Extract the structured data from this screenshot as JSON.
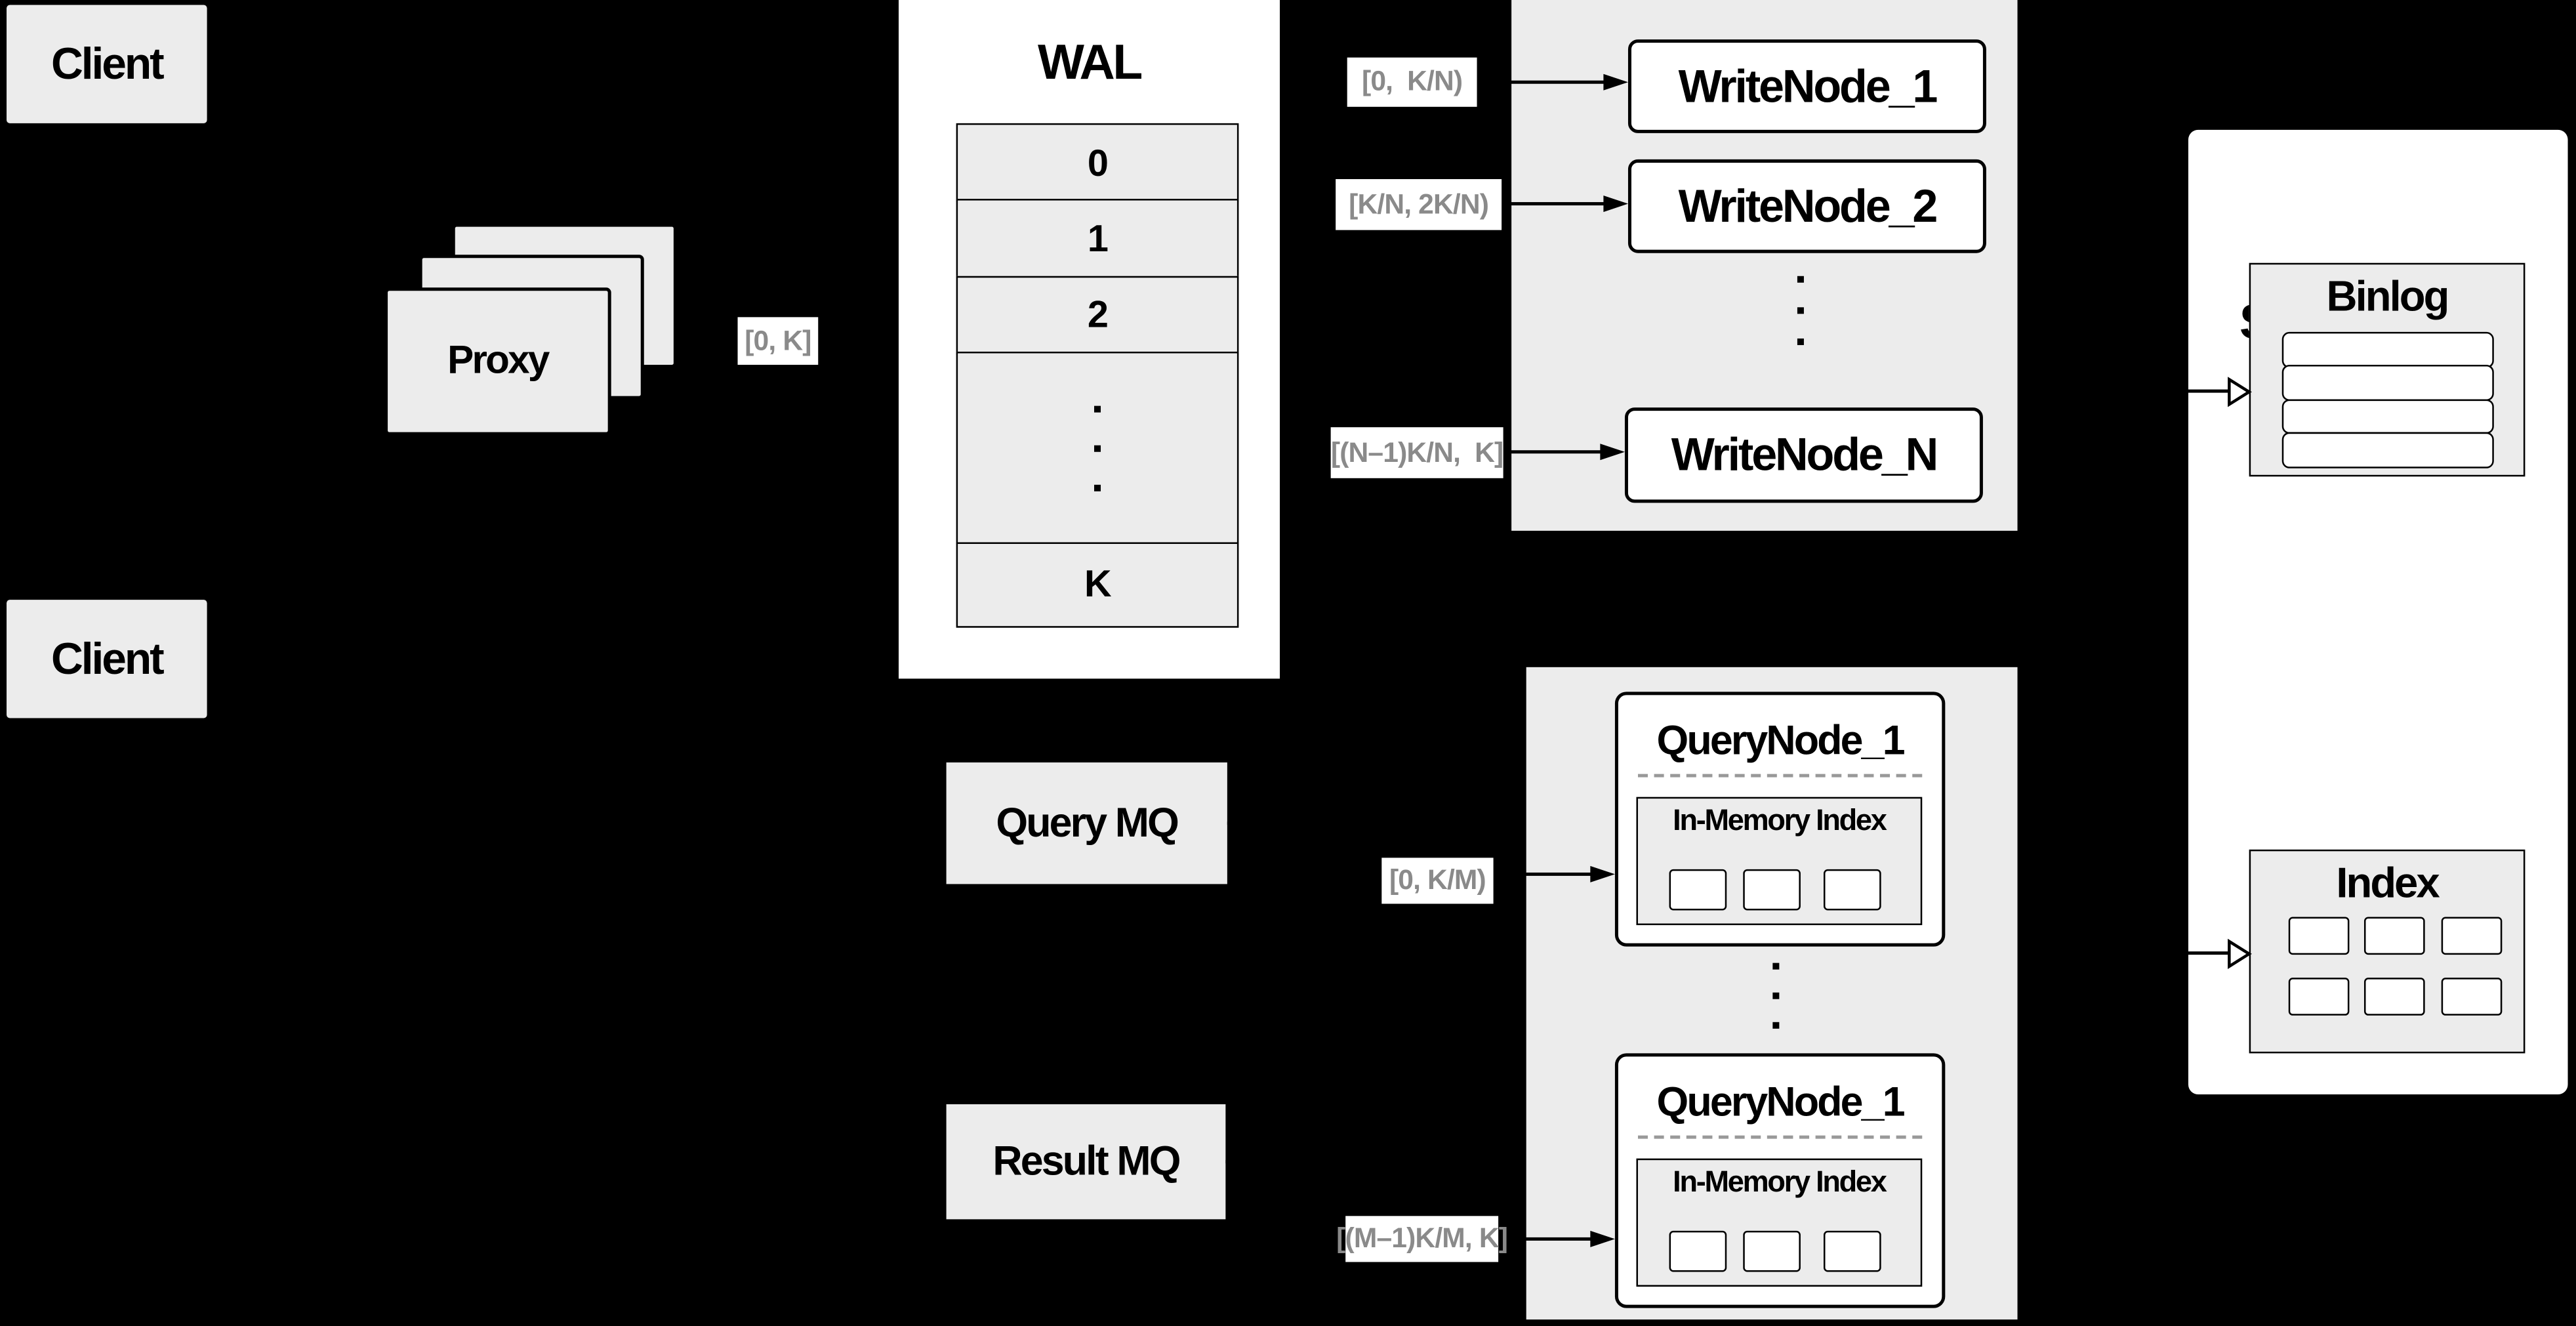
{
  "colors": {
    "background": "#000000",
    "panel_fill": "#ececec",
    "node_fill": "#ffffff",
    "border": "#000000",
    "range_label_text": "#8a8a8a",
    "dashed_separator": "#999999"
  },
  "client_top": {
    "label": "Client"
  },
  "client_bottom": {
    "label": "Client"
  },
  "proxy": {
    "label": "Proxy",
    "range_label": "[0, K]"
  },
  "wal": {
    "title": "WAL",
    "segments": [
      "0",
      "1",
      "2"
    ],
    "last_segment": "K"
  },
  "write_path": {
    "nodes": [
      {
        "label": "WriteNode_1",
        "range": "[0,  K/N)"
      },
      {
        "label": "WriteNode_2",
        "range": "[K/N, 2K/N)"
      },
      {
        "label": "WriteNode_N",
        "range": "[(N–1)K/N,  K]"
      }
    ]
  },
  "query_mq": {
    "label": "Query MQ"
  },
  "result_mq": {
    "label": "Result MQ"
  },
  "query_path": {
    "nodes": [
      {
        "label": "QueryNode_1",
        "inner_title": "In-Memory Index",
        "range": "[0, K/M)",
        "cells": 3
      },
      {
        "label": "QueryNode_1",
        "inner_title": "In-Memory Index",
        "range": "[(M–1)K/M, K]",
        "cells": 3
      }
    ]
  },
  "store_engine": {
    "title": "Store Engine",
    "binlog": {
      "title": "Binlog",
      "row_count": 4
    },
    "index": {
      "title": "Index",
      "cell_count": 6
    }
  }
}
